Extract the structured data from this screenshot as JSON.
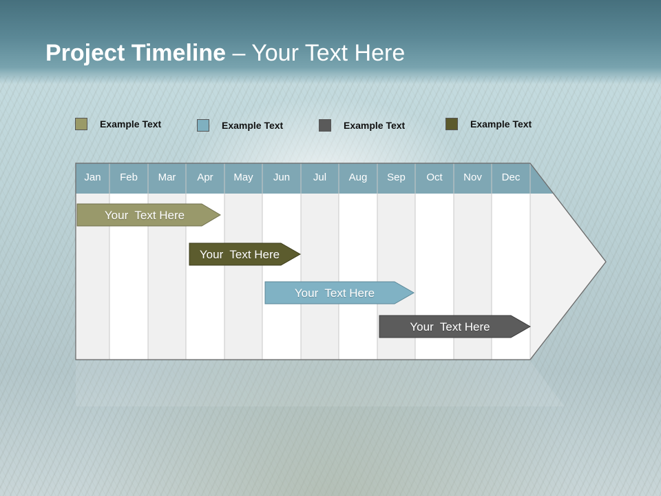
{
  "title": {
    "bold": "Project Timeline",
    "rest": " – Your Text Here"
  },
  "legend": [
    {
      "label": "Example Text",
      "color": "#9a9a68"
    },
    {
      "label": "Example Text",
      "color": "#7fb0c0"
    },
    {
      "label": "Example Text",
      "color": "#5a5a5a"
    },
    {
      "label": "Example Text",
      "color": "#5b5a2c"
    }
  ],
  "months": [
    "Jan",
    "Feb",
    "Mar",
    "Apr",
    "May",
    "Jun",
    "Jul",
    "Aug",
    "Sep",
    "Oct",
    "Nov",
    "Dec"
  ],
  "tasks": [
    {
      "label": "Your  Text Here",
      "color": "#99996b"
    },
    {
      "label": "Your  Text Here",
      "color": "#5c5c2e"
    },
    {
      "label": "Your  Text Here",
      "color": "#80b2c4"
    },
    {
      "label": "Your  Text Here",
      "color": "#5c5c5c"
    }
  ],
  "colors": {
    "header_row": "#7fa7b4",
    "column_light": "#f0f0f0",
    "column_white": "#ffffff"
  }
}
